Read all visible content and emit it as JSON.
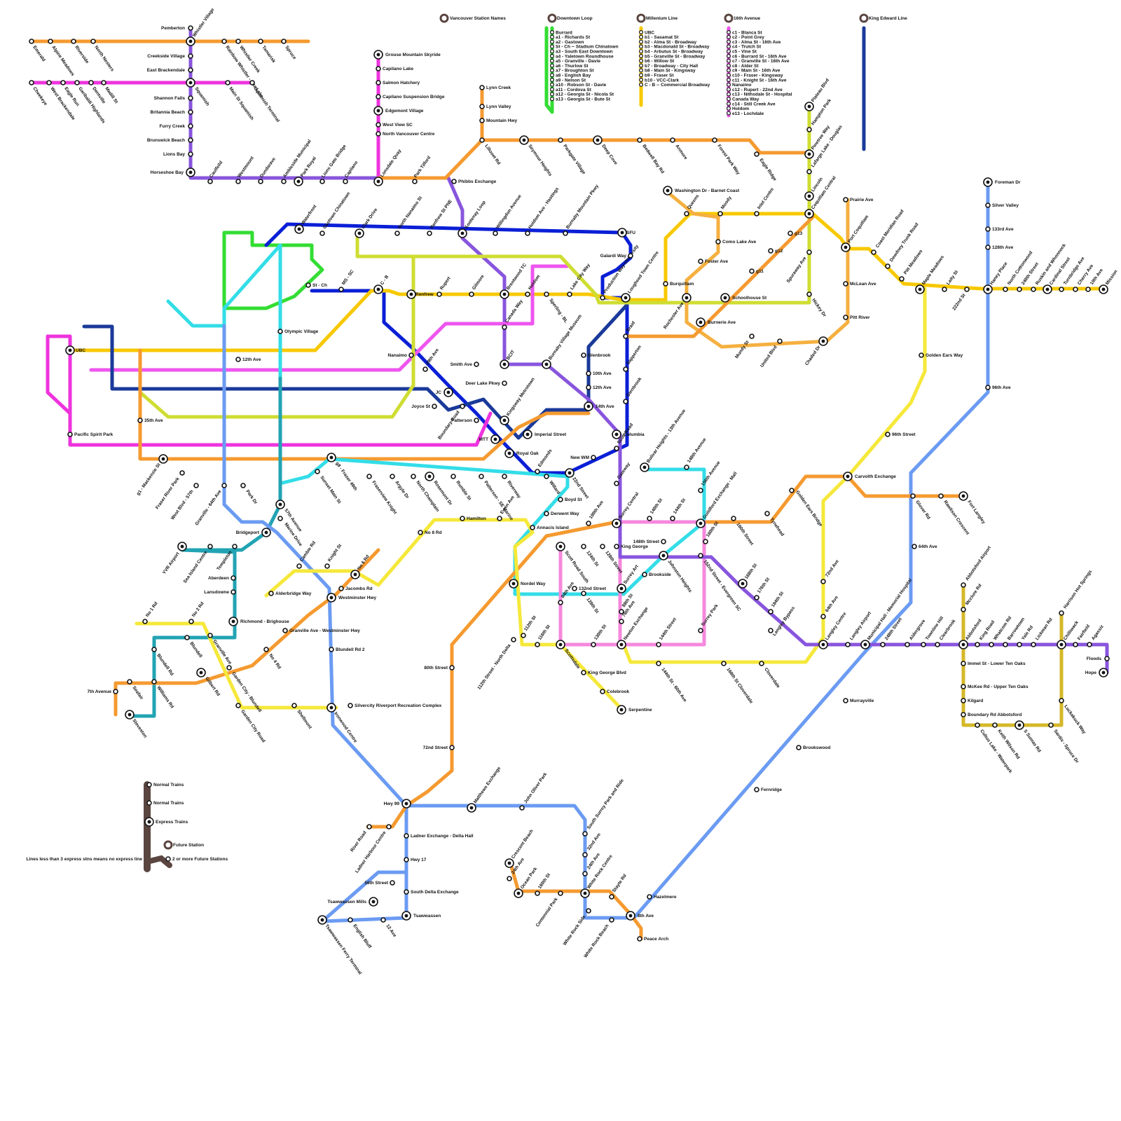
{
  "map": {
    "legend": {
      "vancouver_station_names": "Vancouver Station Names",
      "normal_trains_1": "Normal Trains",
      "normal_trains_2": "Normal Trains",
      "express_trains": "Express Trains",
      "future_station": "Future Station",
      "future_stations_2": "2 or more Future Stations",
      "express_note": "Lines less than 3 express stns means no express line"
    },
    "line_lists": {
      "downtown_loop": {
        "title": "Downtown Loop",
        "color": "#33dd33",
        "items": [
          "Burrard",
          "a1 - Richards St",
          "a2 - Gastown",
          "St - Ch -- Stadium Chinatown",
          "a3 - South East Downtown",
          "a4 - Yaletown Roundhouse",
          "a5 - Granville - Davie",
          "a6 - Thurlow St",
          "a7 - Broughton St",
          "a8 - English Bay",
          "a9 - Nelson St",
          "a10 - Robson St - Davie",
          "a11 - Cordova St",
          "a12 - Georgia St - Nicola St",
          "a13 - Georgia St - Bute St"
        ]
      },
      "millenium_line": {
        "title": "Millenium Line",
        "color": "#f7c800",
        "items": [
          "UBC",
          "b1 - Sasamat St",
          "b2 - Alma St - Broadway",
          "b3 - Macdonald St - Broadway",
          "b4 - Arbutus St - Broadway",
          "b5 - Granville St - Broadway",
          "b6 - Willow St",
          "b7 - Broadway - City Hall",
          "b8 - Main St - Kingsway",
          "b9 - Fraser St",
          "b10 - VCC-Clark",
          "C - B -- Commercial Broadway"
        ]
      },
      "sixteenth_avenue": {
        "title": "16th Avenue",
        "color": "#ee55ee",
        "items": [
          "c1 - Blanca St",
          "c2 - Point Grey",
          "c3 - Alma St - 16th Ave",
          "c4 - Trutch St",
          "c5 - Vine St",
          "c6 - Burrard St - 16th Ave",
          "c7 - Granville St - 16th Ave",
          "c8 - Alder St",
          "c9 - Main St - 16th Ave",
          "c10 - Fraser - Kingsway",
          "c11 - Knight St - 16th Ave",
          "Nanaimo",
          "c12 - Rupert - 22nd Ave",
          "c13 - Nithsdale St - Hospital",
          "Canada Way",
          "c14 - Still Creek Ave",
          "Holdom",
          "e13 - Lochdale"
        ]
      },
      "king_edward": {
        "title": "King Edward Line",
        "color": "#1a3a9a"
      }
    },
    "stations": {
      "pemberton": "Pemberton",
      "whistler_village": "Whistler Village",
      "creekside": "Creekside Village",
      "east_brackendale": "East Brackendale",
      "squamish": "Squamish",
      "shannon_falls": "Shannon Falls",
      "britannia": "Britannia Beach",
      "furry_creek": "Furry Creek",
      "brunswick": "Brunswick Beach",
      "lions_bay": "Lions Bay",
      "horseshoe_bay": "Horseshoe Bay",
      "emerald": "Emerald",
      "alpine_meadows": "Alpine Meadows",
      "riverside": "Riverside",
      "north_nesters": "North Nesters",
      "rainbow_whistler": "Rainbow Whistler - Alta Lake",
      "whistler_creek": "Whistler Creek",
      "tamarisk": "Tamarisk",
      "spruce": "Spruce",
      "cheekeye": "Cheekeye",
      "west_brackendale": "West Brackendale",
      "eagle_run": "Eagle Run",
      "garibaldi": "Garibaldi Highlands",
      "dentville": "Dentville",
      "madill": "Madill St",
      "main_squamish": "Main St Squamish",
      "squamish_terminal": "Squamish Terminal",
      "caulfeild": "Caulfeild",
      "westmount": "Westmount",
      "dundarave": "Dundarave",
      "ambleside": "Ambleside Municipal",
      "park_royal": "Park Royal",
      "lions_gate": "Lions Gate Bridge",
      "capilano": "Capilano",
      "lonsdale": "Lonsdale Quay",
      "park_tilford": "Park Tilford",
      "phibbs": "Phibbs Exchange",
      "grouse": "Grouse Mountain Skyride",
      "capilano_lake": "Capilano Lake",
      "salmon": "Salmon Hatchery",
      "capilano_susp": "Capilano Suspension Bridge",
      "edgemont": "Edgemont Village",
      "west_view": "West View SC",
      "nv_centre": "North Vancouver Centre",
      "lynn_creek": "Lynn Creek",
      "lynn_valley": "Lynn Valley",
      "mountain_hwy": "Mountain Hwy",
      "lillooet": "Lillooet Rd",
      "seymour": "Seymour Heights",
      "parkgate": "Parkgate Village",
      "deep_cove": "Deep Cove",
      "bedwell": "Bedwell Bay Rd",
      "anmore": "Anmore",
      "forest_park": "Forest Park Way",
      "eagle_ridge": "Eagle Ridge",
      "plateau": "Plateau Blvd",
      "hampton": "Hampton Park",
      "pinetree": "Pinetree Way",
      "lafarge": "Lafarge Lake - Douglas",
      "lincoln": "Lincoln",
      "coquitlam_central": "Coquitlam Central",
      "washington": "Washington Dr - Barnet Coast",
      "queens": "Queens",
      "moody": "Moody",
      "inlet": "Inlet Centre",
      "como": "Como Lake Ave",
      "foster": "Foster Ave",
      "burquitlam": "Burquitlam",
      "lougheed": "Lougheed Town Centre",
      "production": "Production Way-University",
      "galardi": "Galardi Way",
      "sfu": "SFU",
      "rochester": "Rochester Ave",
      "burnerie": "Burnerie Ave",
      "schoolhouse": "Schoolhouse St",
      "hickey": "Hickey Dr",
      "spuraway": "Spuraway Ave",
      "g11": "g11",
      "g12": "g12",
      "g13": "g13",
      "prairie": "Prairie Ave",
      "port_coquitlam": "Port Coquitlam",
      "mclean": "McLean Ave",
      "pitt_river": "Pitt River",
      "mundy": "Mundy St",
      "united": "United Blvd",
      "chaded": "Chaded Dr",
      "coast_meridian": "Coast Meridian Road",
      "dewdney": "Dewdney Trunk Road",
      "pitt_meadows": "Pitt Meadows",
      "maple_meadows": "Maple Meadows",
      "laity": "Laity St",
      "st222": "222nd St",
      "haney": "Haney Place",
      "north_cottonwood": "North Cottonwood",
      "st240": "240th Street",
      "ruskin": "Ruskin and Whonnock",
      "cardinal": "Cardinal Street",
      "turnbridge": "Turnbridge Ave",
      "cherry": "Cherry Ave",
      "ave10th": "10th Ave",
      "mission": "Mission",
      "foreman": "Foreman Dr",
      "silver_valley": "Silver Valley",
      "ave133": "133rd Ave",
      "ave128": "128th Ave",
      "ave96": "96th Ave",
      "golden_ears_way": "Golden Ears Way",
      "st96": "96th Street",
      "carvolth": "Carvolth Exchange",
      "glover": "Glover Rd",
      "rawlison": "Rawlison Crescent",
      "fort_langley": "Fort Langley",
      "golden_ears_bridge": "Golden Ears Bridge",
      "tynehead": "Tynehead",
      "ave64": "64th Ave",
      "ave72": "72nd Ave",
      "ave64b": "64th Ave",
      "langley_bypass": "Langley Bypass",
      "langley_centre": "Langley Centre",
      "langley_airport": "Langley Airport",
      "municipal_hall": "Municipal Hall - Memorial Hospital",
      "st248": "248th Street",
      "aldergrove": "Aldergrove",
      "townline": "Townline Hill",
      "clearbrook": "Clearbrook",
      "abbotsford": "Abbotsford",
      "abbotsford_airport": "Abbotsford Airport",
      "mcclure": "Mcclure Rd",
      "king_road": "King Road",
      "whatcom": "Whatcom Rd",
      "barrowtown": "Barrowtown",
      "yale": "Yale Rd",
      "lickman": "Lickman Rd",
      "chilliwack": "Chilliwack",
      "harrison": "Harrison Hot Springs",
      "fairfield": "Fairfield",
      "agassiz": "Agassiz",
      "floods": "Floods",
      "hope": "Hope",
      "immel": "Immel St - Lower Ten Oaks",
      "mckee": "McKee Rd - Upper Ten Oaks",
      "kilgard": "Kilgard",
      "boundary_abb": "Boundary Rd Abbotsford",
      "cultus": "Cultus Lake - Waterpark",
      "keith_wilson": "Keith Wilson Rd",
      "sumas": "S Sumas Rd",
      "sardis": "Sardis - Spruce Dr",
      "luckakuck": "Luckakuck Way",
      "murrayville": "Murrayville",
      "brookswood": "Brookswood",
      "fernridge": "Fernridge",
      "hazelmere": "Hazelmere",
      "eighth_ave": "8th Ave",
      "peace_arch": "Peace Arch",
      "stayte": "Stayte Rd",
      "white_rock_centre": "White Rock Centre",
      "white_rock_side": "White Rock Side",
      "white_rock_beach": "White Rock Beach",
      "ave24": "24th Ave",
      "ave32": "32nd Ave",
      "south_surrey": "South Surrey Park and Ride",
      "centennial": "Centennial Park",
      "st160": "160th St",
      "ocean_park": "Ocean Park",
      "crescent_beach": "Crescent Beach",
      "ave24b": "24th Ave",
      "hwy99": "Hwy 99",
      "matthews": "Matthews Exchange",
      "john_oliver": "John Oliver Park",
      "ladner": "Ladner Exchange - Delta Hall",
      "ladner_harbour": "Ladner Harbour Centre",
      "river_road": "River Road",
      "hwy17": "Hwy 17",
      "st56": "56th Street",
      "south_delta": "South Delta Exchange",
      "tsawwassen_mills": "Tsawwassen Mills",
      "tsawwassen": "Tsawwassen",
      "tsawwassen_ferry": "Tsawwassen Ferry Terminal",
      "english_bluff": "English Bluff",
      "ave12": "12 Ave",
      "st80": "80th Street",
      "st72": "72nd Street",
      "bridgeport": "Bridgeport",
      "yvr": "YVR Airport",
      "sea_island": "Sea Island Centre",
      "templeton": "Templeton",
      "aberdeen": "Aberdeen",
      "lansdowne": "Lansdowne",
      "richmond_brighouse": "Richmond - Brighouse",
      "cambie_rd": "Cambie Rd",
      "knight": "Knight St",
      "no6": "No 6 Rd",
      "jacombs": "Jacombs Rd",
      "westminster_hwy": "Westminster Hwy",
      "alderbridge": "Alderbridge Way",
      "no1": "No 1 Rd",
      "no2": "No 2 Rd",
      "blundell": "Blundell",
      "granville_ave": "Granville Ave",
      "blundell_rd": "Blundell Rd",
      "gilbert": "Gilbert Rd",
      "garden_city_b": "Garden City - Blundell",
      "garden_city_rd": "Garden City Road",
      "shellmont": "Shellmont",
      "silvercity": "Silvercity Riverport Recreation Complex",
      "ironwood": "Ironwood Centre",
      "blundell_rd2": "Blundell Rd 2",
      "granville_westminster": "Granville Ave - Westminster Hwy",
      "no4": "No 4 Rd",
      "williams": "Williams Rd",
      "seafair": "Seafair",
      "ave7": "7th Avenue",
      "steveston": "Steveston",
      "no8": "No 8 Rd",
      "hamilton": "Hamilton",
      "ewen": "Ewen Ave",
      "annacis": "Annacis Island",
      "derwent": "Derwent Way",
      "boyd": "Boyd St",
      "st22": "22nd Street",
      "nordel": "Nordel Way",
      "st112": "112th St",
      "st112n": "112th Street - North Delta",
      "st116": "116th St",
      "scottsdale": "Scottsdale",
      "st130": "130th St",
      "king_george_blvd": "King George Blvd",
      "colebrook": "Colebrook",
      "serpentine": "Serpentine",
      "surrey_central": "Surrey Central",
      "king_george": "King George",
      "surrey_art": "Surrey Art",
      "brookside": "Brookside",
      "ave88": "88th St",
      "ave76": "76th Ave",
      "newton": "Newton Exchange",
      "st144": "144th Street",
      "ave144_60": "144th St - 60th Ave",
      "st168": "168th St Cloverdale",
      "cloverdale": "Cloverdale",
      "st148": "148th Street",
      "johnston": "Johnston Heights",
      "guildford": "Guildford Exchange - Mall",
      "st160b": "160th Street",
      "ave152": "152nd Street - Evergreen SC",
      "st160c": "160th St",
      "st168b": "168th St",
      "st176": "176th St",
      "st184": "184th St",
      "surrey_park": "Surrey Park",
      "bolivar": "Bolivar Heights - 13th Avenue",
      "ave148": "148th Avenue",
      "ave156": "156th Avenue",
      "st140": "140th St",
      "st144b": "144th St",
      "scott_road": "Scott Road",
      "gateway": "Gateway",
      "columbia": "Columbia",
      "new_wm": "New WM",
      "ave14": "14th Ave",
      "ave12b": "12th Ave",
      "ave10": "10th Ave",
      "glenbrook": "Glenbrook",
      "braid": "Braid",
      "sapperton": "Sapperton",
      "glenbrook2": "Glenbrook",
      "scott_road_south": "Scott Road South",
      "st124": "124th St",
      "st128": "128th Street",
      "st120": "120th Ave",
      "ave132": "132nd Street",
      "st128b": "128th St",
      "ave84": "84th Ave",
      "ave100": "100th Ave",
      "waterfront": "Waterfront",
      "gastown": "Gastown Chinatown",
      "clark": "Clark Drive",
      "north_nanaimo": "North Nanaimo St",
      "renfrew_pne": "Renfrew St PNE",
      "kootenay": "Kootenay Loop",
      "willingdon": "Willingdon Avenue",
      "holdom_hastings": "Holdom Ave - Hastings",
      "burnaby_mtn": "Burnaby Mountain Pkwy",
      "c_b": "C - B",
      "ms_sc": "MS - SC",
      "st_ch": "St - Ch",
      "renfrew": "Renfrew",
      "rupert": "Rupert",
      "gilmore": "Gilmore",
      "brentwood": "Brentwood TC",
      "holdom": "Holdom",
      "sperling": "Sperling - BL",
      "lake_city": "Lake City Way",
      "canada_way": "Canada Way",
      "bcit": "BCIT",
      "burnaby_village": "Burnaby Village Museum",
      "smith": "Smith Ave",
      "deer_lake": "Deer Lake Pkwy",
      "nanaimo": "Nanaimo",
      "ave29": "29th Ave",
      "jc": "JC",
      "joyce": "Joyce St",
      "boundary_rd": "Boundary Road",
      "patterson": "Patterson",
      "mtt": "MTT",
      "kingsway_metro": "Kingsway Metrotown",
      "imperial": "Imperial Street",
      "royal_oak": "Royal Oak",
      "edmonds": "Edmonds",
      "olympic": "Olympic Village",
      "ave12th": "12th Ave",
      "ubc": "UBC",
      "pacific_spirit": "Pacific Spirit Park",
      "ave35": "35th Ave",
      "mackenzie": "g1 - Mackenzie St",
      "fraser_river": "Fraser River Park",
      "west_blvd": "West Blvd - 57th",
      "granville64": "Granville - 64th Ave",
      "park_dr": "Park Dr",
      "ave57": "57th Avenue",
      "marine_dr": "Marine Drive",
      "sunset": "Sunset Main St",
      "g8_fraser": "g8 - Fraser 49th",
      "fraserview": "Fraserview Knight",
      "argyle": "Argyle Dr",
      "north_champlain": "North Champlain",
      "rosemont": "Rosemont Dr",
      "rumble": "Rumble St",
      "patterson_se": "Patterson - SE Marine",
      "riverway": "Riverway",
      "willard": "Willard"
    }
  }
}
